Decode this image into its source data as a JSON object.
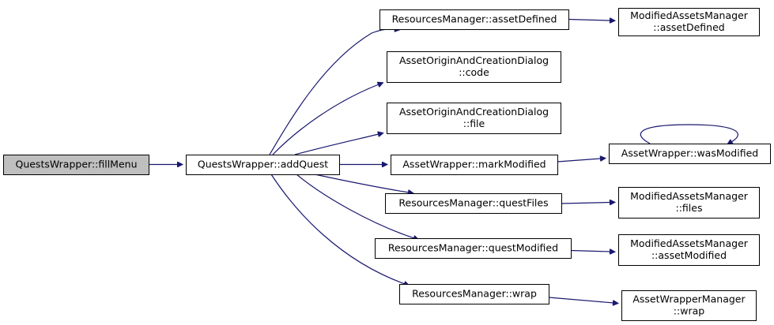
{
  "nodes": {
    "fillMenu": {
      "lines": [
        "QuestsWrapper::fillMenu"
      ]
    },
    "addQuest": {
      "lines": [
        "QuestsWrapper::addQuest"
      ]
    },
    "rmAssetDefined": {
      "lines": [
        "ResourcesManager::assetDefined"
      ]
    },
    "aocCode": {
      "lines": [
        "AssetOriginAndCreationDialog",
        "::code"
      ]
    },
    "aocFile": {
      "lines": [
        "AssetOriginAndCreationDialog",
        "::file"
      ]
    },
    "markModified": {
      "lines": [
        "AssetWrapper::markModified"
      ]
    },
    "questFiles": {
      "lines": [
        "ResourcesManager::questFiles"
      ]
    },
    "questModified": {
      "lines": [
        "ResourcesManager::questModified"
      ]
    },
    "rmWrap": {
      "lines": [
        "ResourcesManager::wrap"
      ]
    },
    "mamAssetDefined": {
      "lines": [
        "ModifiedAssetsManager",
        "::assetDefined"
      ]
    },
    "wasModified": {
      "lines": [
        "AssetWrapper::wasModified"
      ]
    },
    "mamFiles": {
      "lines": [
        "ModifiedAssetsManager",
        "::files"
      ]
    },
    "mamAssetModified": {
      "lines": [
        "ModifiedAssetsManager",
        "::assetModified"
      ]
    },
    "awmWrap": {
      "lines": [
        "AssetWrapperManager",
        "::wrap"
      ]
    }
  },
  "edges": [
    [
      "fillMenu",
      "addQuest"
    ],
    [
      "addQuest",
      "rmAssetDefined"
    ],
    [
      "addQuest",
      "aocCode"
    ],
    [
      "addQuest",
      "aocFile"
    ],
    [
      "addQuest",
      "markModified"
    ],
    [
      "addQuest",
      "questFiles"
    ],
    [
      "addQuest",
      "questModified"
    ],
    [
      "addQuest",
      "rmWrap"
    ],
    [
      "rmAssetDefined",
      "mamAssetDefined"
    ],
    [
      "markModified",
      "wasModified"
    ],
    [
      "wasModified",
      "wasModified"
    ],
    [
      "questFiles",
      "mamFiles"
    ],
    [
      "questModified",
      "mamAssetModified"
    ],
    [
      "rmWrap",
      "awmWrap"
    ]
  ],
  "colors": {
    "edge": "#191970",
    "root_fill": "#bfbfbf",
    "node_fill": "#ffffff"
  }
}
